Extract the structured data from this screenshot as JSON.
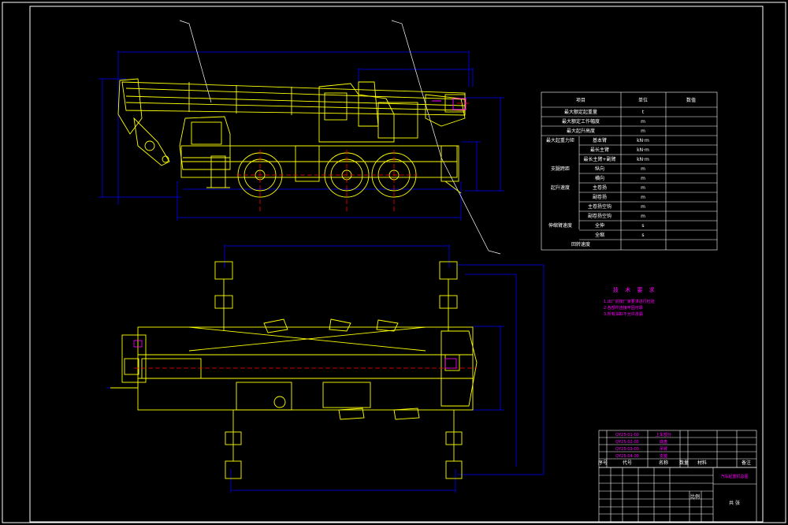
{
  "colors": {
    "background": "#000000",
    "frame": "#ffffff",
    "outline": "#ffff00",
    "dimension": "#0000ff",
    "centerline": "#ff0000",
    "accent": "#ff00ff",
    "leader": "#ffffff"
  },
  "drawing": {
    "description_visible": false
  },
  "tech_requirements": {
    "title": "技 术 要 求",
    "items": [
      "1.出厂前按厂家要求进行检验",
      "2.各部件连接牢固可靠",
      "3.所有油缸不允许渗漏"
    ]
  },
  "param_table": {
    "header": [
      "项目",
      "单位",
      "数值"
    ],
    "rows": [
      {
        "label": "最大额定起重量",
        "unit": "t",
        "value": ""
      },
      {
        "label": "最大额定工作幅度",
        "unit": "m",
        "value": ""
      },
      {
        "label": "最大起升高度",
        "unit": "m",
        "value": ""
      },
      {
        "label": "最大起重力矩",
        "sub": "基本臂",
        "unit": "kN·m",
        "value": ""
      },
      {
        "label": "",
        "sub": "最长主臂",
        "unit": "kN·m",
        "value": ""
      },
      {
        "label": "",
        "sub": "最长主臂+副臂",
        "unit": "kN·m",
        "value": ""
      },
      {
        "label": "支腿跨距",
        "sub": "纵向",
        "unit": "m",
        "value": ""
      },
      {
        "label": "",
        "sub": "横向",
        "unit": "m",
        "value": ""
      },
      {
        "label": "起升速度",
        "sub": "主卷扬",
        "unit": "m",
        "value": ""
      },
      {
        "label": "",
        "sub": "副卷扬",
        "unit": "m",
        "value": ""
      },
      {
        "label": "",
        "sub": "主卷扬空钩",
        "unit": "m",
        "value": ""
      },
      {
        "label": "",
        "sub": "副卷扬空钩",
        "unit": "m",
        "value": ""
      },
      {
        "label": "伸缩臂速度",
        "sub": "全伸",
        "unit": "s",
        "value": ""
      },
      {
        "label": "",
        "sub": "全缩",
        "unit": "s",
        "value": ""
      },
      {
        "label": "回转速度",
        "sub": "",
        "unit": "",
        "value": ""
      }
    ]
  },
  "title_block": {
    "parts": [
      {
        "code": "QY25-01-00",
        "name": "上车部分"
      },
      {
        "code": "QY25-02-00",
        "name": "底盘"
      },
      {
        "code": "QY25-03-00",
        "name": "吊臂"
      },
      {
        "code": "QY25-04-00",
        "name": "支腿"
      }
    ],
    "headers": [
      "序号",
      "代号",
      "名称",
      "数量",
      "材料",
      "备注"
    ],
    "drawing_name": "汽车起重机总图",
    "scale_label": "比例",
    "sheet_label": "共 张"
  }
}
